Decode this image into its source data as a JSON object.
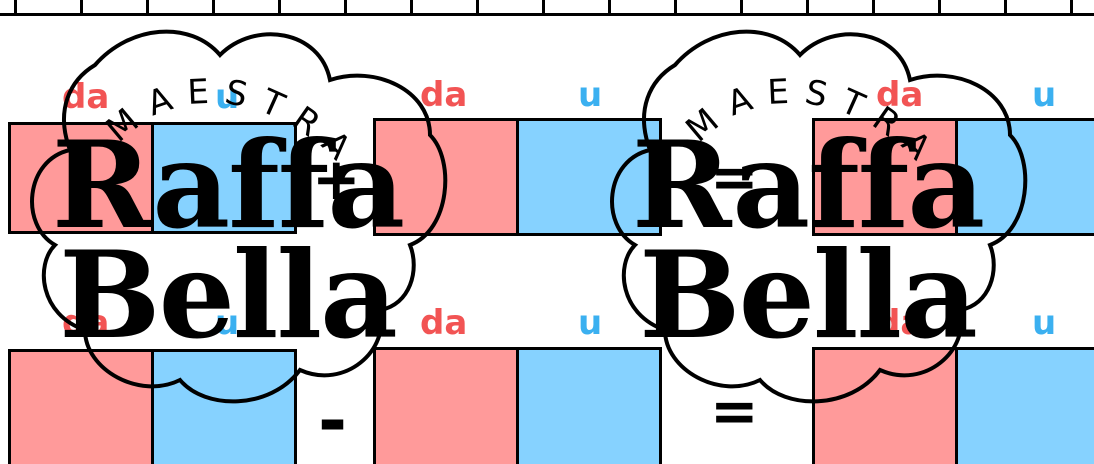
{
  "labels": {
    "da": "da",
    "u": "u"
  },
  "operators": {
    "plus": "+",
    "minus": "-",
    "equals": "="
  },
  "watermark": {
    "brand_top": "MAESTRA",
    "brand_name_line1": "Raffa",
    "brand_name_line2": "Bella"
  },
  "colors": {
    "da_text": "#f25454",
    "u_text": "#3bb0f0",
    "da_fill": "#ff9a9a",
    "u_fill": "#86d2ff"
  }
}
